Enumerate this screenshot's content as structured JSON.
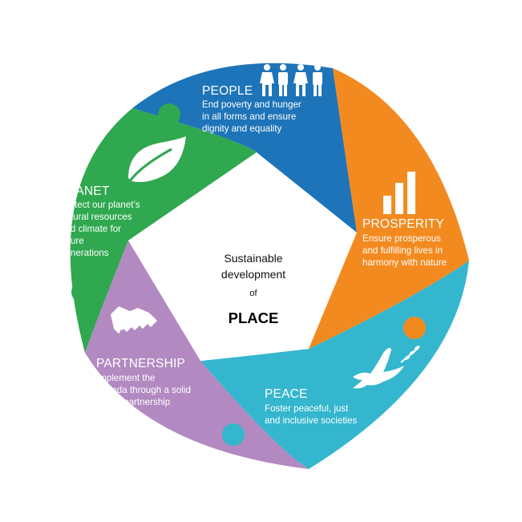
{
  "center": {
    "line1": "Sustainable",
    "line2": "development",
    "line3": "of",
    "line4": "PLACE"
  },
  "segments": [
    {
      "key": "people",
      "title": "PEOPLE",
      "description": [
        "End poverty and hunger",
        "in all forms and ensure",
        "dignity and equality"
      ],
      "color": "#1E74B8",
      "icon": "people-icon"
    },
    {
      "key": "prosperity",
      "title": "PROSPERITY",
      "description": [
        "Ensure prosperous",
        "and fulfilling lives in",
        "harmony with nature"
      ],
      "color": "#F38A1F",
      "icon": "bar-chart-icon"
    },
    {
      "key": "peace",
      "title": "PEACE",
      "description": [
        "Foster peaceful, just",
        "and inclusive societies"
      ],
      "color": "#34B6CE",
      "icon": "dove-icon"
    },
    {
      "key": "partnership",
      "title": "PARTNERSHIP",
      "description": [
        "Implement the",
        "agenda through a solid",
        "global partnership"
      ],
      "color": "#B289C1",
      "icon": "handshake-icon"
    },
    {
      "key": "planet",
      "title": "PLANET",
      "description": [
        "Protect our planet’s",
        "natural resources",
        "and climate for",
        "future",
        "generations"
      ],
      "color": "#2FA84F",
      "icon": "leaf-icon"
    }
  ]
}
